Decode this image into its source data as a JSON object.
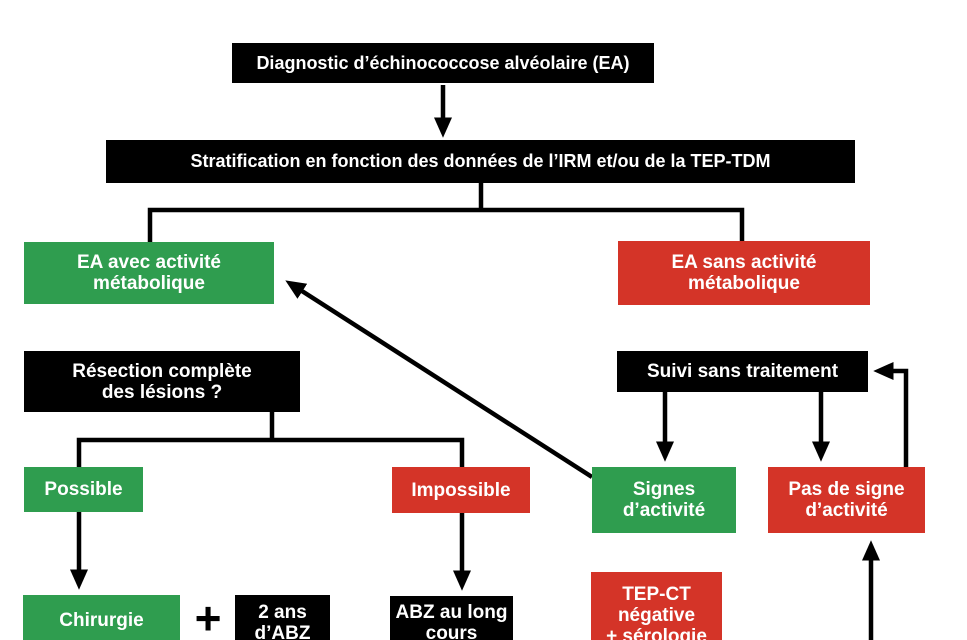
{
  "palette": {
    "black": "#000000",
    "green": "#2f9d4f",
    "red": "#d43428",
    "ink": "#ffffff",
    "line": "#000000"
  },
  "nodes": {
    "diagnostic": {
      "lines": [
        "Diagnostic d’échinococcose alvéolaire (EA)"
      ]
    },
    "stratification": {
      "lines": [
        "Stratification en fonction des données de l’IRM et/ou de la TEP-TDM"
      ]
    },
    "ea_avec": {
      "lines": [
        "EA avec activité",
        "métabolique"
      ]
    },
    "ea_sans": {
      "lines": [
        "EA sans activité",
        "métabolique"
      ]
    },
    "resection": {
      "lines": [
        "Résection complète",
        "des lésions ?"
      ]
    },
    "suivi": {
      "lines": [
        "Suivi sans traitement"
      ]
    },
    "possible": {
      "lines": [
        "Possible"
      ]
    },
    "impossible": {
      "lines": [
        "Impossible"
      ]
    },
    "signes": {
      "lines": [
        "Signes",
        "d’activité"
      ]
    },
    "pas_de_signe": {
      "lines": [
        "Pas de signe",
        "d’activité"
      ]
    },
    "chirurgie": {
      "lines": [
        "Chirurgie"
      ]
    },
    "plus": {
      "label": "+"
    },
    "deux_ans_abz": {
      "lines": [
        "2 ans",
        "d’ABZ"
      ]
    },
    "abz_long_cours": {
      "lines": [
        "ABZ au long",
        "cours"
      ]
    },
    "tep_ct": {
      "lines": [
        "TEP-CT",
        "négative",
        "+ sérologie"
      ]
    }
  }
}
